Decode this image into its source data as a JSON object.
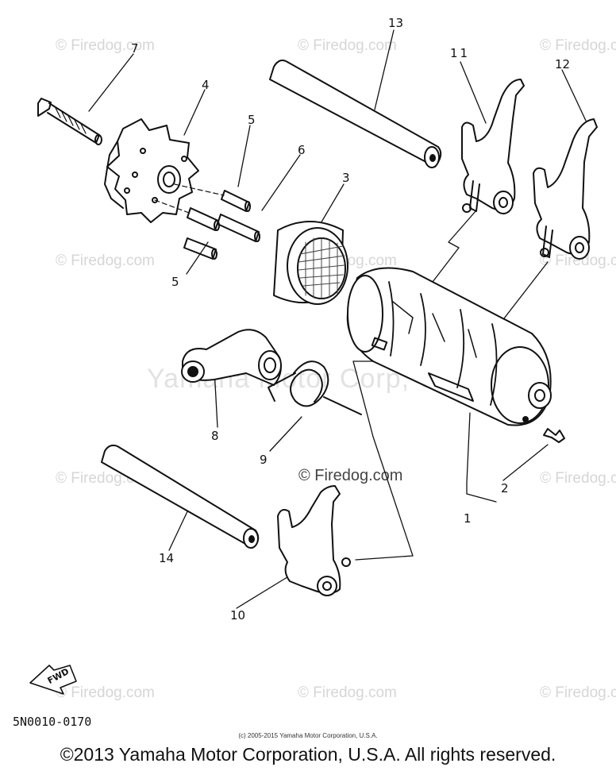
{
  "watermark": {
    "text": "© Firedog.com",
    "big_text": "Yamaha Motor Corp, U.S.A."
  },
  "callouts": {
    "c1": "1",
    "c2": "2",
    "c3": "3",
    "c4": "4",
    "c5a": "5",
    "c5b": "5",
    "c6": "6",
    "c7": "7",
    "c8": "8",
    "c9": "9",
    "c10": "10",
    "c11": "11",
    "c12": "12",
    "c13": "13",
    "c14": "14"
  },
  "fwd_label": "FWD",
  "part_number": "5N0010-0170",
  "tiny_copyright": "(c) 2005-2015 Yamaha Motor Corporation, U.S.A.",
  "copyright": "©2013 Yamaha Motor Corporation, U.S.A. All rights reserved."
}
